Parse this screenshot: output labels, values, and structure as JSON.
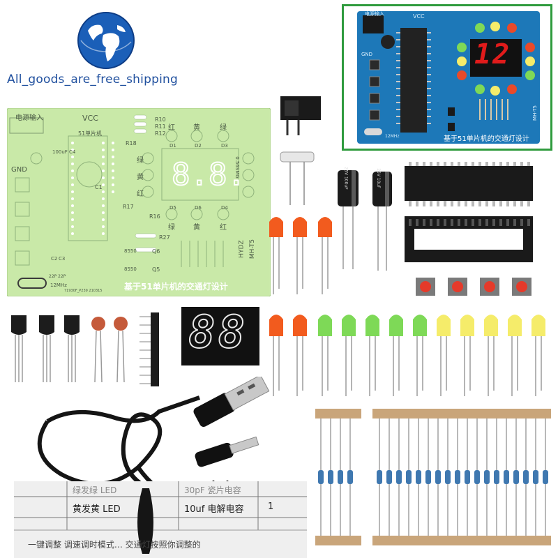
{
  "shop": {
    "name": "All_goods_are_free_shipping"
  },
  "colors": {
    "pcb_light": "#c9e9a8",
    "pcb_blue": "#1d78b8",
    "inset_border": "#2f9b3e",
    "seven_seg_red": "#e11b1b",
    "led_red": "#f25b1e",
    "led_green": "#7ed957",
    "led_yellow": "#f5ec6a",
    "shop_text": "#1f4f9e"
  },
  "main_board": {
    "power_label": "电源输入",
    "vcc_label": "VCC",
    "gnd_label": "GND",
    "mcu_label": "51单片机",
    "title": "基于51单片机的交通灯设计",
    "model": "MH-T5",
    "brand": "HYDZ",
    "crystal": "12MHz",
    "light_red": "红",
    "light_yellow": "黄",
    "light_green": "绿",
    "side_red": "红",
    "side_yellow": "黄",
    "side_green": "绿",
    "r10": "R10",
    "r11": "R11",
    "r12": "R12",
    "r17": "R17",
    "r18": "R18",
    "r16": "R16",
    "r27": "R27",
    "q5": "Q5",
    "q6": "Q6",
    "part_8550a": "8550",
    "part_8550b": "8550",
    "d1": "D1",
    "d2": "D2",
    "d3": "D3",
    "d4": "D4",
    "d5": "D5",
    "d6": "D6",
    "display_model": "0.56SMG",
    "cap_c1": "C1",
    "cap_c4": "100uF C4",
    "c2": "C2",
    "c3": "C3",
    "pf": "22P 22P",
    "footer": "71930F_P239 210315"
  },
  "inset_board": {
    "power_label": "电源输入",
    "vcc_label": "VCC",
    "gnd_label": "GND",
    "display_text": "12",
    "title": "基于51单片机的交通灯设计",
    "model": "MH-T5",
    "crystal": "12MHz"
  },
  "parts": {
    "seg_display_text": "88",
    "cap1_label": "25V 100uF",
    "cap2_label": "25V 10uF"
  },
  "manual": {
    "row1_left": "黄发黄 LED",
    "row1_mid": "10uf 电解电容",
    "row1_right": "1",
    "row0_left": "绿发绿 LED",
    "row0_mid": "30pF 瓷片电容",
    "footer": "一键调整 调速调时模式… 交通灯按照你调整的"
  }
}
